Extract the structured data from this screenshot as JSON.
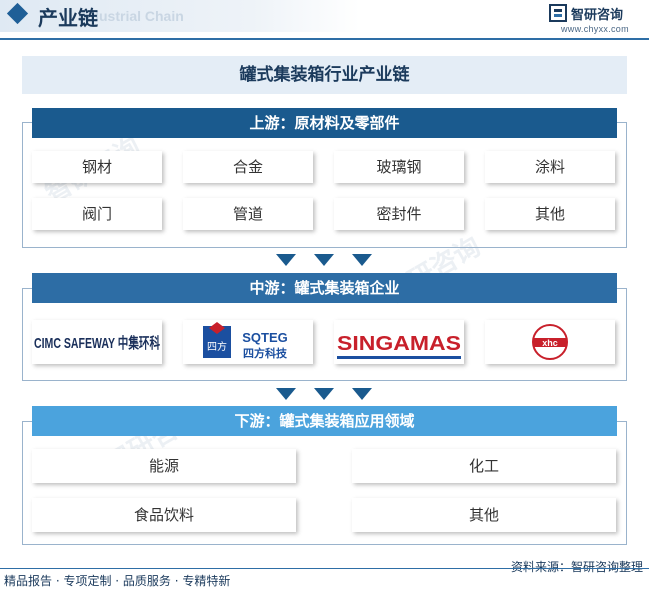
{
  "header": {
    "title": "产业链",
    "subtitle": "Industrial Chain",
    "logo_name": "智研咨询",
    "logo_url": "www.chyxx.com"
  },
  "main_title": "罐式集装箱行业产业链",
  "upstream": {
    "title": "上游：原材料及零部件",
    "items": [
      "钢材",
      "合金",
      "玻璃钢",
      "涂料",
      "阀门",
      "管道",
      "密封件",
      "其他"
    ]
  },
  "midstream": {
    "title": "中游：罐式集装箱企业",
    "logos": [
      {
        "name": "cimc-safeway-logo",
        "text": "CIMC SAFEWAY 中集环科",
        "color": "#1a2f5a"
      },
      {
        "name": "sqteg-logo",
        "text": "SQTEG 四方科技",
        "color": "#1b4fa0"
      },
      {
        "name": "singamas-logo",
        "text": "SINGAMAS",
        "color": "#c8202b"
      },
      {
        "name": "xhc-logo",
        "text": "xhc",
        "color": "#c8202b"
      }
    ]
  },
  "downstream": {
    "title": "下游：罐式集装箱应用领域",
    "items": [
      "能源",
      "化工",
      "食品饮料",
      "其他"
    ]
  },
  "footer": {
    "left": "精品报告 · 专项定制 · 品质服务 · 专精特新",
    "source": "资料来源：智研咨询整理"
  },
  "colors": {
    "upstream_header": "#1a5a8e",
    "midstream_header": "#2d6da5",
    "downstream_header": "#4ba3dd",
    "accent": "#2e6ea6"
  }
}
